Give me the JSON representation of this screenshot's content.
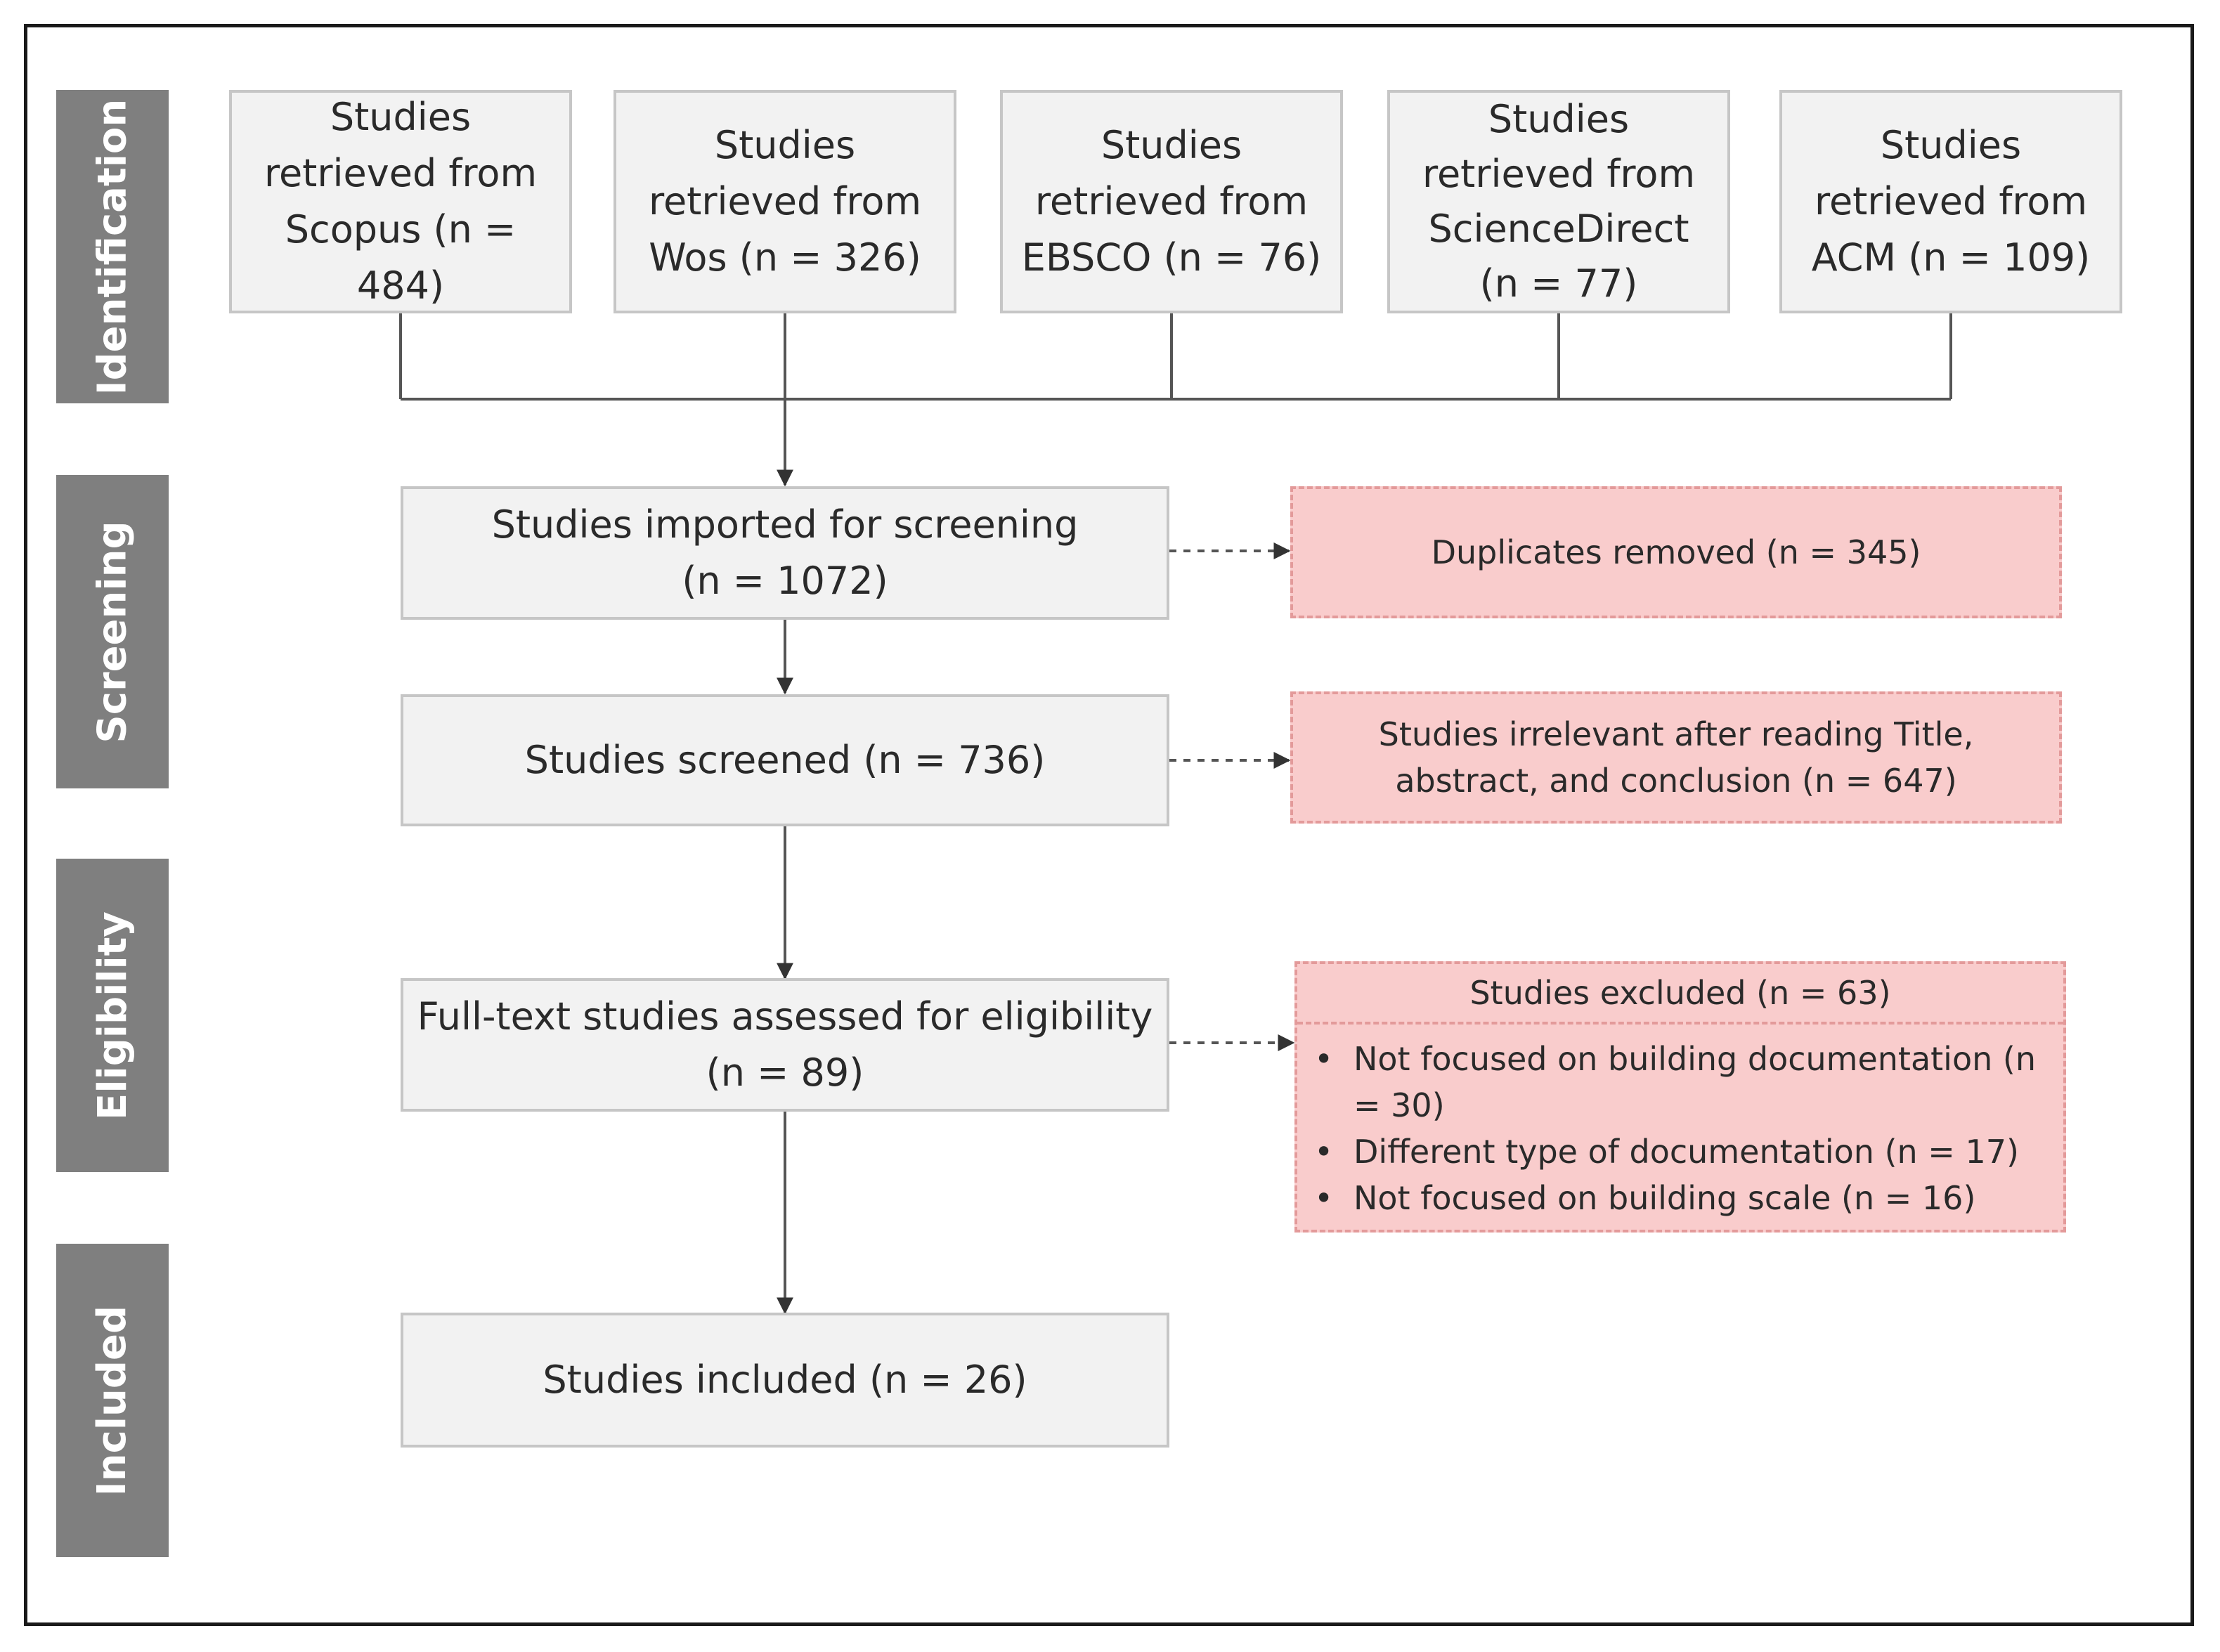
{
  "stages": [
    "Identification",
    "Screening",
    "Eligibility",
    "Included"
  ],
  "sources": [
    "Studies\nretrieved from\nScopus (n = 484)",
    "Studies\nretrieved from\nWos (n = 326)",
    "Studies\nretrieved from\nEBSCO (n = 76)",
    "Studies\nretrieved from\nScienceDirect\n(n = 77)",
    "Studies\nretrieved from\nACM (n = 109)"
  ],
  "imported": {
    "label": "Studies imported for screening",
    "count": "(n = 1072)"
  },
  "screened": "Studies screened (n = 736)",
  "fulltext": {
    "label": "Full-text studies assessed for eligibility",
    "count": "(n = 89)"
  },
  "included": "Studies included (n = 26)",
  "duplicates": "Duplicates removed (n = 345)",
  "irrelevant": "Studies irrelevant after reading Title, abstract, and conclusion (n = 647)",
  "excluded": {
    "title": "Studies excluded (n = 63)",
    "reasons": [
      "Not focused on building documentation (n = 30)",
      "Different type of documentation (n = 17)",
      "Not focused on building scale (n = 16)"
    ]
  },
  "colors": {
    "stage": "#7f7f7f",
    "box_fill": "#f2f2f2",
    "exclusion_fill": "#f9cccc"
  }
}
